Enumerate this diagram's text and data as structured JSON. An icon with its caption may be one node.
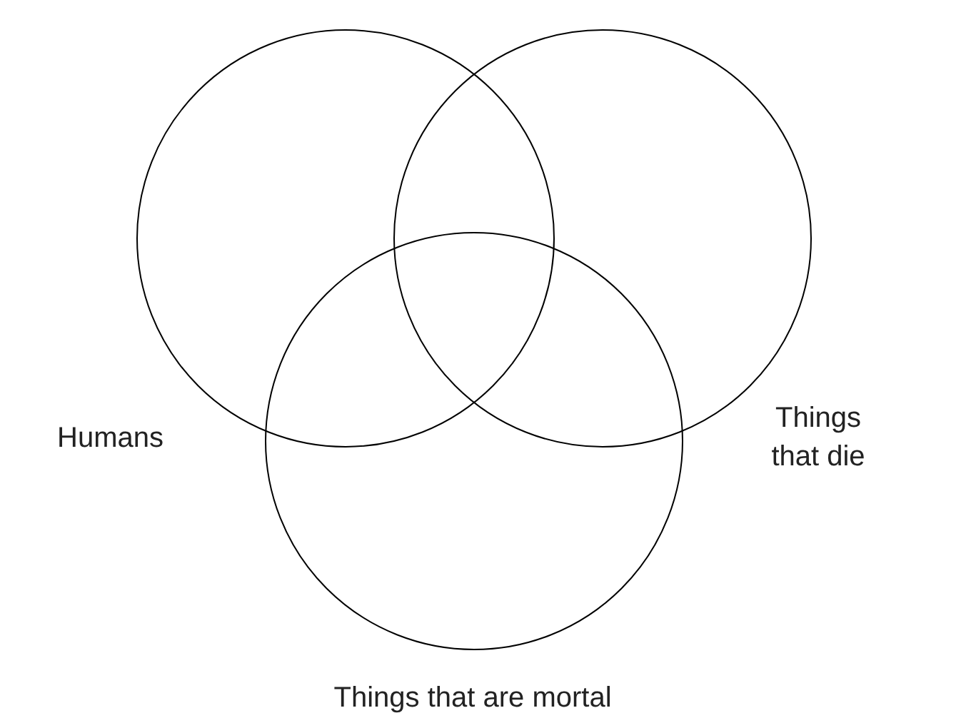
{
  "diagram": {
    "nodes": [
      {
        "text": [
          "Humans"
        ]
      },
      {
        "text": [
          "Things that die"
        ]
      },
      {
        "text": [
          "Things that are mortal"
        ]
      }
    ]
  }
}
